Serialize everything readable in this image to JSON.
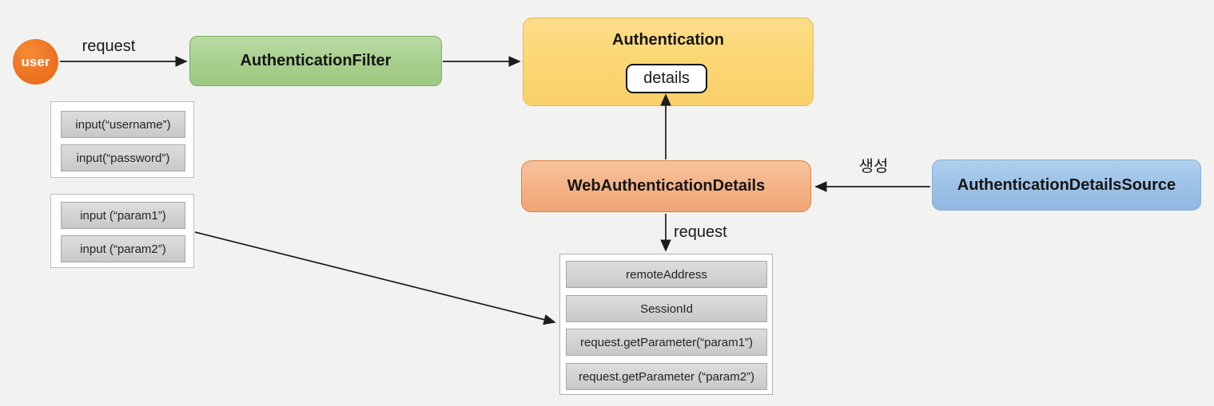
{
  "user": {
    "label": "user"
  },
  "edge_labels": {
    "request_top": "request",
    "request_bottom": "request",
    "create_korean": "생성"
  },
  "nodes": {
    "authentication_filter": "AuthenticationFilter",
    "authentication": "Authentication",
    "details_chip": "details",
    "web_authentication_details": "WebAuthenticationDetails",
    "authentication_details_source": "AuthenticationDetailsSource"
  },
  "credential_box": {
    "items": [
      "input(“username”)",
      "input(“password”)"
    ]
  },
  "param_box": {
    "items": [
      "input (“param1”)",
      "input (“param2”)"
    ]
  },
  "details_fields_box": {
    "items": [
      "remoteAddress",
      "SessionId",
      "request.getParameter(“param1”)",
      "request.getParameter (“param2”)"
    ]
  },
  "colors": {
    "background": "#f2f2f0",
    "user_circle": "#ed7423",
    "filter_green_fill": "#a7cf8c",
    "filter_green_border": "#7cae5d",
    "authentication_yellow_fill": "#fbd774",
    "authentication_yellow_border": "#e9b94f",
    "web_details_salmon_fill": "#f4b185",
    "web_details_salmon_border": "#e0813f",
    "source_blue_fill": "#9cc1e6",
    "source_blue_border": "#89afd7",
    "gray_row_fill": "#d2d2d2",
    "arrow_black": "#1c1c1c"
  }
}
